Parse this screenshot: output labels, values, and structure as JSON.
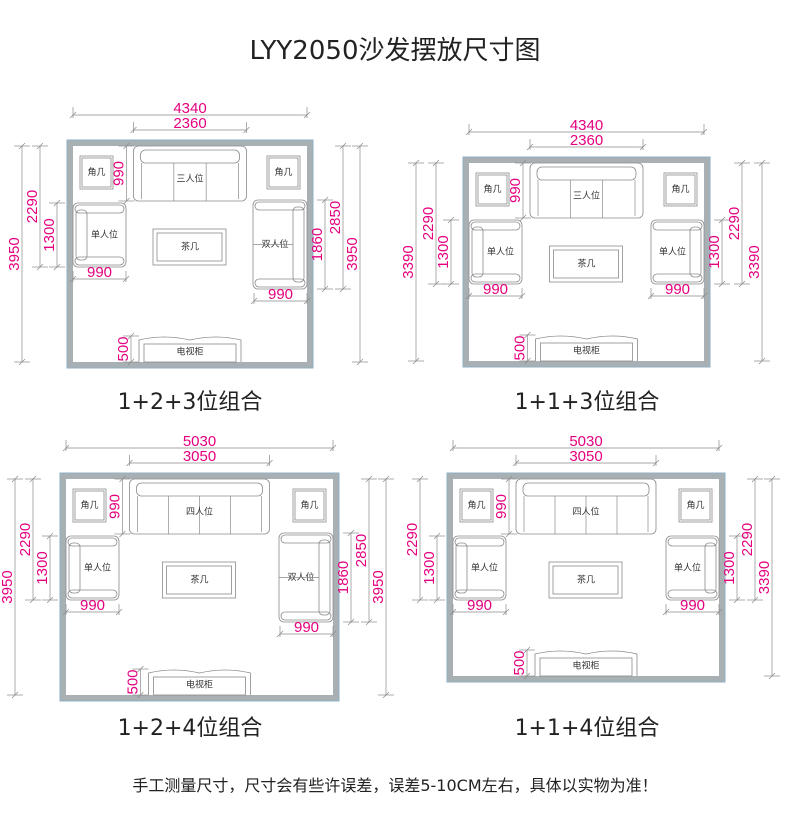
{
  "title": "LYY2050沙发摆放尺寸图",
  "footer": "手工测量尺寸，尺寸会有些许误差，误差5-10CM左右，具体以实物为准！",
  "colors": {
    "dimension": "#e4007f",
    "wall": "#a8b0b4",
    "line": "#8a8a8a"
  },
  "panels": [
    {
      "caption": "1+2+3位组合",
      "top_outer": "4340",
      "top_inner": "2360",
      "sofa_label": "三人位",
      "sofa_depth": "990",
      "corner_label": "角几",
      "left_label": "单人位",
      "left_width": "990",
      "coffee_label": "茶几",
      "right_label": "双人位",
      "right_width": "990",
      "tv_label": "电视柜",
      "tv_depth": "500",
      "left_dims": [
        "3950",
        "2290",
        "1300"
      ],
      "right_dims": [
        "1860",
        "2850",
        "3950"
      ]
    },
    {
      "caption": "1+1+3位组合",
      "top_outer": "4340",
      "top_inner": "2360",
      "sofa_label": "三人位",
      "sofa_depth": "990",
      "corner_label": "角几",
      "left_label": "单人位",
      "left_width": "990",
      "coffee_label": "茶几",
      "right_label": "单人位",
      "right_width": "990",
      "tv_label": "电视柜",
      "tv_depth": "500",
      "left_dims": [
        "3390",
        "2290",
        "1300"
      ],
      "right_dims": [
        "1300",
        "2290",
        "3390"
      ]
    },
    {
      "caption": "1+2+4位组合",
      "top_outer": "5030",
      "top_inner": "3050",
      "sofa_label": "四人位",
      "sofa_depth": "990",
      "corner_label": "角几",
      "left_label": "单人位",
      "left_width": "990",
      "coffee_label": "茶几",
      "right_label": "双人位",
      "right_width": "990",
      "tv_label": "电视柜",
      "tv_depth": "500",
      "left_dims": [
        "3950",
        "2290",
        "1300"
      ],
      "right_dims": [
        "1860",
        "2850",
        "3950"
      ]
    },
    {
      "caption": "1+1+4位组合",
      "top_outer": "5030",
      "top_inner": "3050",
      "sofa_label": "四人位",
      "sofa_depth": "990",
      "corner_label": "角几",
      "left_label": "单人位",
      "left_width": "990",
      "coffee_label": "茶几",
      "right_label": "单人位",
      "right_width": "990",
      "tv_label": "电视柜",
      "tv_depth": "500",
      "left_dims": [
        null,
        "2290",
        "1300"
      ],
      "right_dims": [
        "1300",
        "2290",
        "3390"
      ]
    }
  ]
}
